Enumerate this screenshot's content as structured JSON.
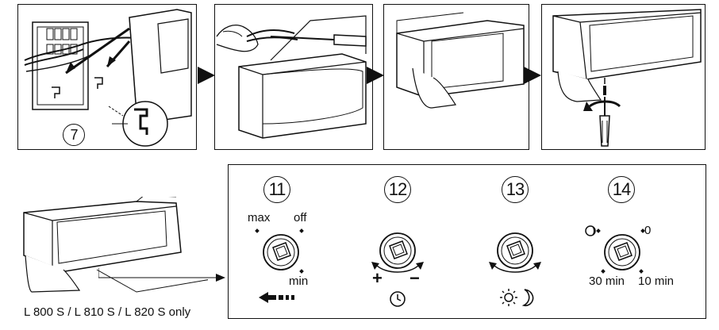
{
  "callouts": {
    "step7": "7"
  },
  "controls_panel": {
    "step11": {
      "number": "11",
      "label_max": "max",
      "label_off": "off",
      "label_min": "min"
    },
    "step12": {
      "number": "12",
      "plus": "+",
      "minus": "−"
    },
    "step13": {
      "number": "13"
    },
    "step14": {
      "number": "14",
      "label_zero": "0",
      "label_30min": "30 min",
      "label_10min": "10 min"
    }
  },
  "caption": "L 800 S / L 810 S / L 820 S only",
  "icons": [
    "arrow-right-icon",
    "dashed-arrow-left-icon",
    "clock-icon",
    "sun-icon",
    "moon-icon",
    "crescent-icon",
    "screwdriver-icon",
    "rotate-arrow-icon"
  ]
}
